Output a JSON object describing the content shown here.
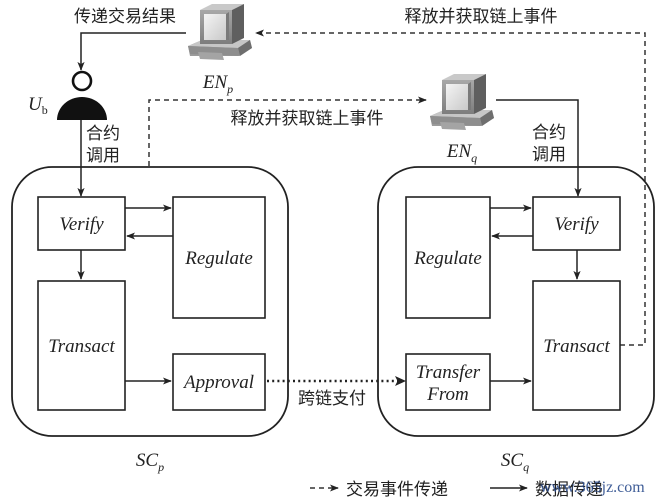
{
  "figure": {
    "nodes": {
      "en_p": {
        "label": "EN",
        "subscript": "p"
      },
      "en_q": {
        "label": "EN",
        "subscript": "q"
      },
      "user": {
        "label": "U",
        "subscript": "b"
      },
      "sc_p": {
        "label": "SC",
        "subscript": "p",
        "modules": {
          "verify": "Verify",
          "regulate": "Regulate",
          "transact": "Transact",
          "approval": "Approval"
        }
      },
      "sc_q": {
        "label": "SC",
        "subscript": "q",
        "modules": {
          "verify": "Verify",
          "regulate": "Regulate",
          "transact": "Transact",
          "transfer_from_line1": "Transfer",
          "transfer_from_line2": "From"
        }
      }
    },
    "edge_labels": {
      "return_result": "传递交易结果",
      "release_events_top": "释放并获取链上事件",
      "release_events_mid": "释放并获取链上事件",
      "contract_call_p_line1": "合约",
      "contract_call_p_line2": "调用",
      "contract_call_q_line1": "合约",
      "contract_call_q_line2": "调用",
      "cross_chain_payment": "跨链支付"
    },
    "legend": [
      {
        "style": "dashed",
        "label": "交易事件传递"
      },
      {
        "style": "solid",
        "label": "数据传递"
      }
    ],
    "watermark": "www.365jz.com"
  }
}
